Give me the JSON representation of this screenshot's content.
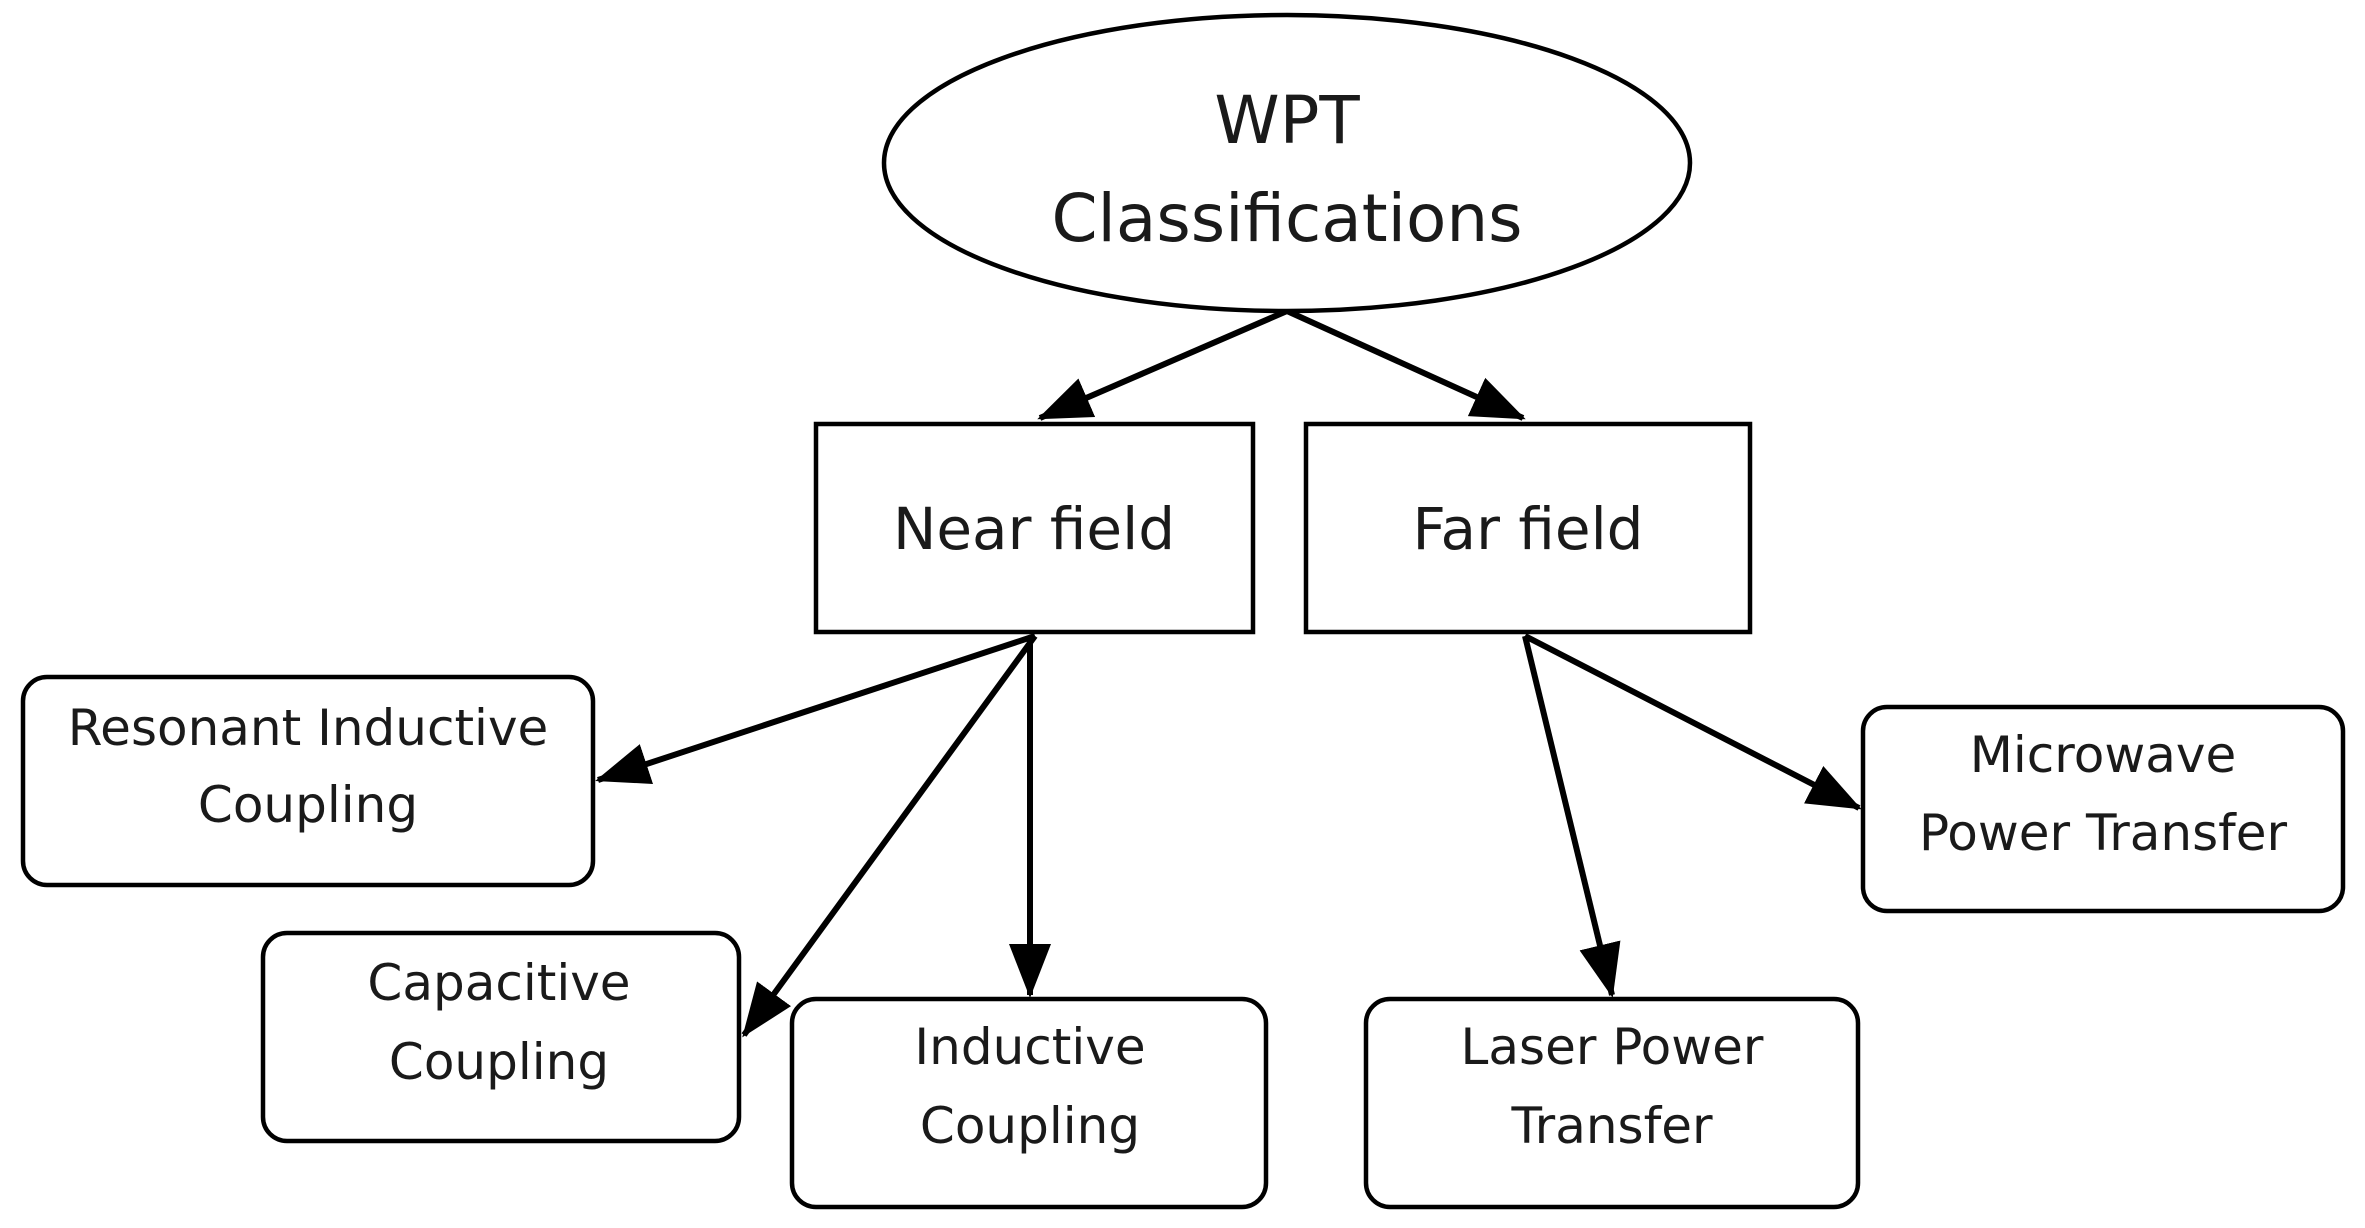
{
  "diagram": {
    "root": {
      "lines": [
        "WPT",
        "Classifications"
      ]
    },
    "categories": {
      "near_field": {
        "lines": [
          "Near field"
        ]
      },
      "far_field": {
        "lines": [
          "Far field"
        ]
      }
    },
    "leaves": {
      "resonant_inductive": {
        "lines": [
          "Resonant Inductive",
          "Coupling"
        ]
      },
      "capacitive": {
        "lines": [
          "Capacitive",
          "Coupling"
        ]
      },
      "inductive": {
        "lines": [
          "Inductive",
          "Coupling"
        ]
      },
      "laser": {
        "lines": [
          "Laser Power",
          "Transfer"
        ]
      },
      "microwave": {
        "lines": [
          "Microwave",
          "Power Transfer"
        ]
      }
    },
    "colors": {
      "stroke": "#000000",
      "fill": "#ffffff",
      "text": "#1a1a1a"
    }
  }
}
